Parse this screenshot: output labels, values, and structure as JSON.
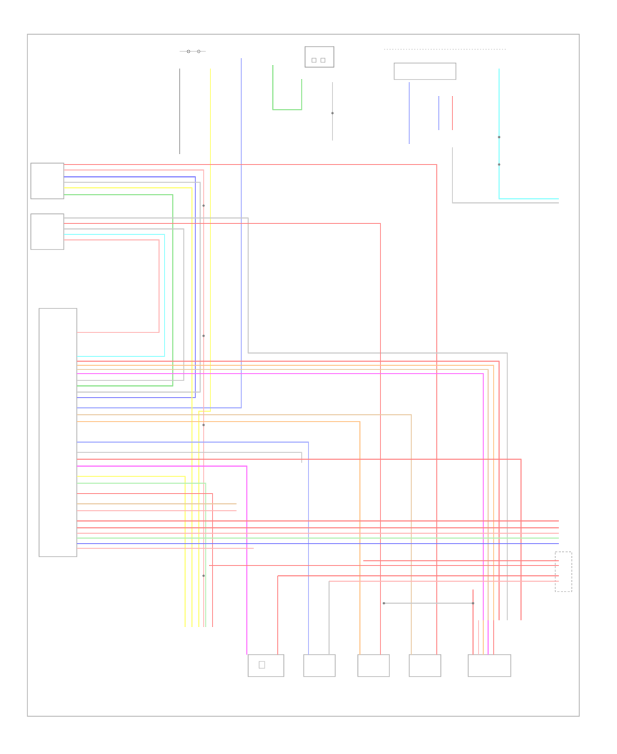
{
  "diagram": {
    "colors": {
      "red": "#ff8080",
      "pink": "#ffb3b3",
      "orange": "#ffc080",
      "yellow": "#ffff66",
      "green": "#80e080",
      "light_green": "#b0f0b0",
      "blue": "#7777ff",
      "light_blue": "#9fa8ff",
      "cyan": "#80ffff",
      "magenta": "#ff66ff",
      "gray": "#c8c8c8",
      "dark_gray": "#999999",
      "tan": "#e8c8a0",
      "black": "#444444"
    },
    "components": [
      {
        "id": "top-1",
        "label": ""
      },
      {
        "id": "top-2",
        "label": ""
      },
      {
        "id": "top-3",
        "label": ""
      },
      {
        "id": "left-module-1",
        "label": ""
      },
      {
        "id": "left-module-2",
        "label": ""
      },
      {
        "id": "control-unit",
        "label": ""
      },
      {
        "id": "bottom-1",
        "label": ""
      },
      {
        "id": "bottom-2",
        "label": ""
      },
      {
        "id": "bottom-3",
        "label": ""
      },
      {
        "id": "bottom-4",
        "label": ""
      },
      {
        "id": "bottom-5",
        "label": ""
      },
      {
        "id": "right-connector",
        "label": ""
      }
    ]
  }
}
